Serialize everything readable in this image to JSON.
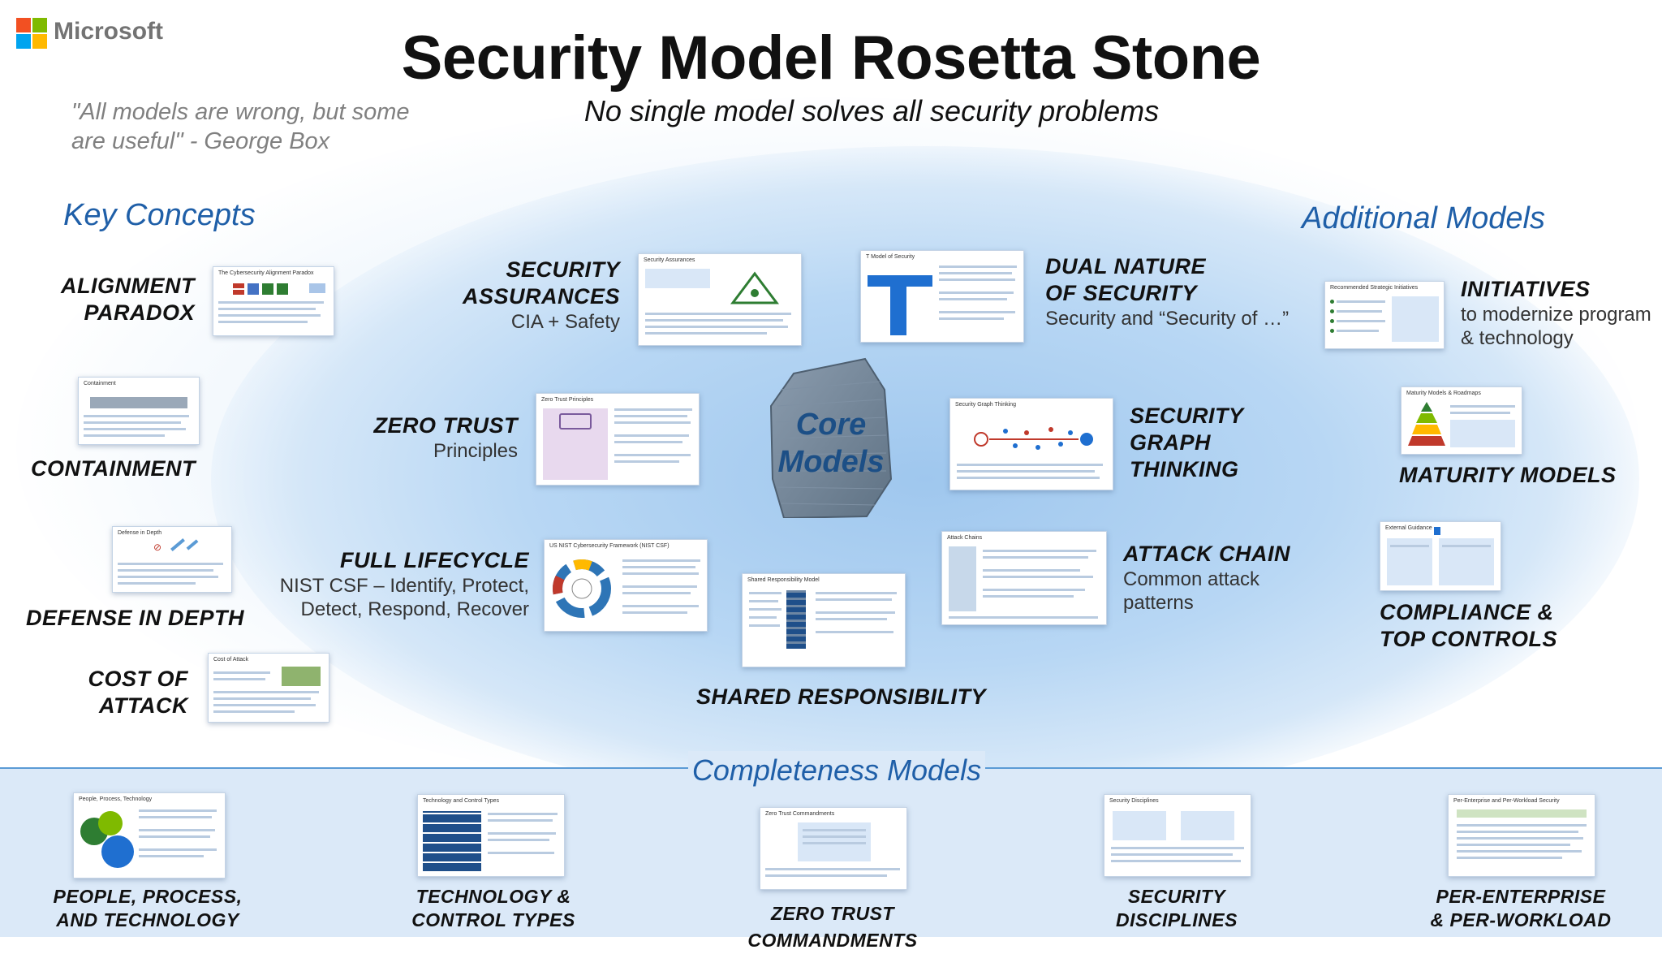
{
  "header": {
    "brand": "Microsoft",
    "title": "Security Model Rosetta Stone",
    "subtitle": "No single model solves all security problems",
    "quote_line1": "\"All models are wrong, but some",
    "quote_line2": "are useful\" - George Box"
  },
  "sections": {
    "key_concepts": "Key Concepts",
    "additional_models": "Additional Models",
    "completeness_models": "Completeness Models",
    "core_line1": "Core",
    "core_line2": "Models"
  },
  "key_concepts": {
    "alignment_l1": "ALIGNMENT",
    "alignment_l2": "PARADOX",
    "containment": "CONTAINMENT",
    "defense": "DEFENSE IN DEPTH",
    "cost_l1": "COST OF",
    "cost_l2": "ATTACK"
  },
  "core_models": {
    "assurances_l1": "SECURITY",
    "assurances_l2": "ASSURANCES",
    "assurances_sub": "CIA + Safety",
    "dual_l1": "DUAL NATURE",
    "dual_l2": "OF SECURITY",
    "dual_sub": "Security and “Security of …”",
    "zerotrust": "ZERO TRUST",
    "zerotrust_sub": "Principles",
    "graph_l1": "SECURITY",
    "graph_l2": "GRAPH",
    "graph_l3": "THINKING",
    "lifecycle": "FULL LIFECYCLE",
    "lifecycle_sub1": "NIST CSF – Identify, Protect,",
    "lifecycle_sub2": "Detect, Respond, Recover",
    "attack": "ATTACK CHAIN",
    "attack_sub1": "Common attack",
    "attack_sub2": "patterns",
    "shared": "SHARED RESPONSIBILITY"
  },
  "additional": {
    "initiatives": "INITIATIVES",
    "initiatives_sub1": "to modernize program",
    "initiatives_sub2": "& technology",
    "maturity": "MATURITY MODELS",
    "compliance_l1": "COMPLIANCE &",
    "compliance_l2": "TOP CONTROLS"
  },
  "completeness": {
    "ppt_l1": "PEOPLE, PROCESS,",
    "ppt_l2": "AND TECHNOLOGY",
    "tech_l1": "TECHNOLOGY &",
    "tech_l2": "CONTROL TYPES",
    "ztc": "ZERO TRUST COMMANDMENTS",
    "disc_l1": "SECURITY",
    "disc_l2": "DISCIPLINES",
    "pe_l1": "PER-ENTERPRISE",
    "pe_l2": "& PER-WORKLOAD"
  },
  "thumbnails": {
    "alignment": "The Cybersecurity Alignment Paradox",
    "containment": "Containment",
    "defense": "Defense in Depth",
    "cost": "Cost of Attack",
    "assurances": "Security Assurances",
    "dual": "T Model of Security",
    "zerotrust": "Zero Trust Principles",
    "graph": "Security Graph Thinking",
    "nist": "US NIST Cybersecurity Framework (NIST CSF)",
    "attack": "Attack Chains",
    "shared": "Shared Responsibility Model",
    "initiatives": "Recommended Strategic Initiatives",
    "maturity": "Maturity Models & Roadmaps",
    "compliance": "External Guidance",
    "ppt": "People, Process, Technology",
    "tech": "Technology and Control Types",
    "ztc": "Zero Trust Commandments",
    "disc": "Security Disciplines",
    "pe": "Per-Enterprise and Per-Workload Security"
  },
  "colors": {
    "accent_blue": "#1f5fa8",
    "ms_red": "#f25022",
    "ms_green": "#7fba00",
    "ms_blue": "#00a4ef",
    "ms_yellow": "#ffb900"
  }
}
